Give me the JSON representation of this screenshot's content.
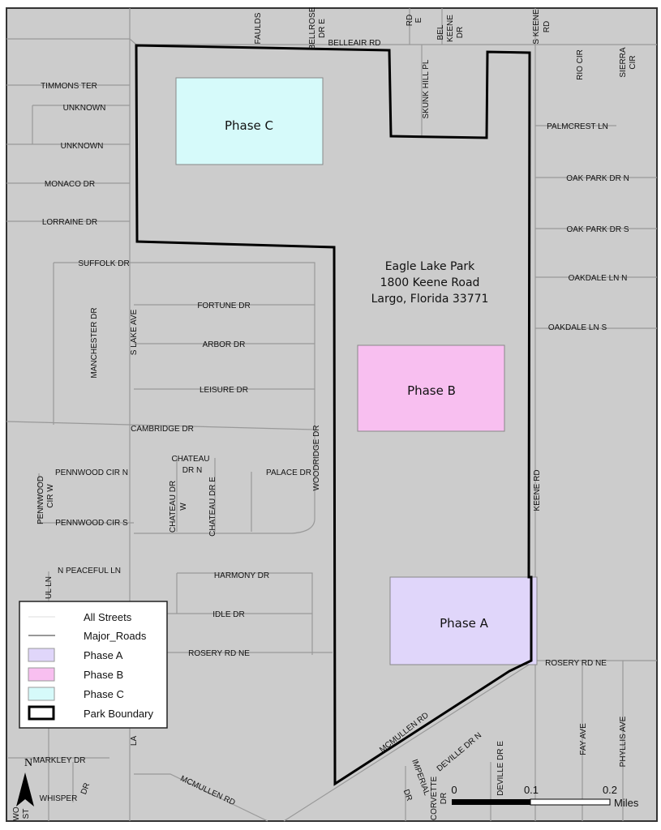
{
  "park": {
    "name": "Eagle Lake Park",
    "address": "1800 Keene Road",
    "city": "Largo, Florida 33771"
  },
  "phases": {
    "a": "Phase A",
    "b": "Phase B",
    "c": "Phase C"
  },
  "colors": {
    "background": "#cccccc",
    "phase_a": "#e0d6fa",
    "phase_b": "#f8bff0",
    "phase_c": "#d6fafa",
    "boundary": "#000000"
  },
  "legend": {
    "items": [
      "All Streets",
      "Major_Roads",
      "Phase A",
      "Phase B",
      "Phase C",
      "Park Boundary"
    ]
  },
  "scale": {
    "ticks": [
      "0",
      "0.1",
      "0.2"
    ],
    "unit": "Miles"
  },
  "north": "N",
  "streets": [
    "TIMMONS TER",
    "UNKNOWN",
    "UNKNOWN",
    "MONACO DR",
    "LORRAINE DR",
    "SUFFOLK DR",
    "FORTUNE DR",
    "ARBOR DR",
    "LEISURE DR",
    "CAMBRIDGE DR",
    "MANCHESTER DR",
    "S LAKE AVE",
    "PENNWOOD CIR N",
    "PENNWOOD CIR S",
    "PENNWOOD",
    "CIR W",
    "CHATEAU",
    "DR N",
    "CHATEAU DR",
    "W",
    "CHATEAU DR E",
    "PALACE DR",
    "WOODRIDGE DR",
    "N PEACEFUL LN",
    "HARMONY DR",
    "IDLE DR",
    "ROSERY RD NE",
    "ROSERY RD NE",
    "BELLEAIR RD",
    "BELLROSE",
    "DR E",
    "FAULDS",
    "RD",
    "E",
    "BEL",
    "KEENE",
    "DR",
    "S KEENE",
    "RD",
    "SKUNK HILL PL",
    "RIO CIR",
    "SIERRA",
    "CIR",
    "PALMCREST LN",
    "OAK PARK DR N",
    "OAK PARK DR S",
    "OAKDALE LN N",
    "OAKDALE LN S",
    "KEENE RD",
    "MCMULLEN RD",
    "MCMULLEN RD",
    "IMPERIAL",
    "DR",
    "DEVILLE DR N",
    "DEVILLE DR E",
    "CORVETTE",
    "DR",
    "FAY AVE",
    "PHYLLIS AVE",
    "MARKLEY DR",
    "WHISPER",
    "DR",
    "WO",
    "ST",
    "UL LN",
    "LA"
  ]
}
